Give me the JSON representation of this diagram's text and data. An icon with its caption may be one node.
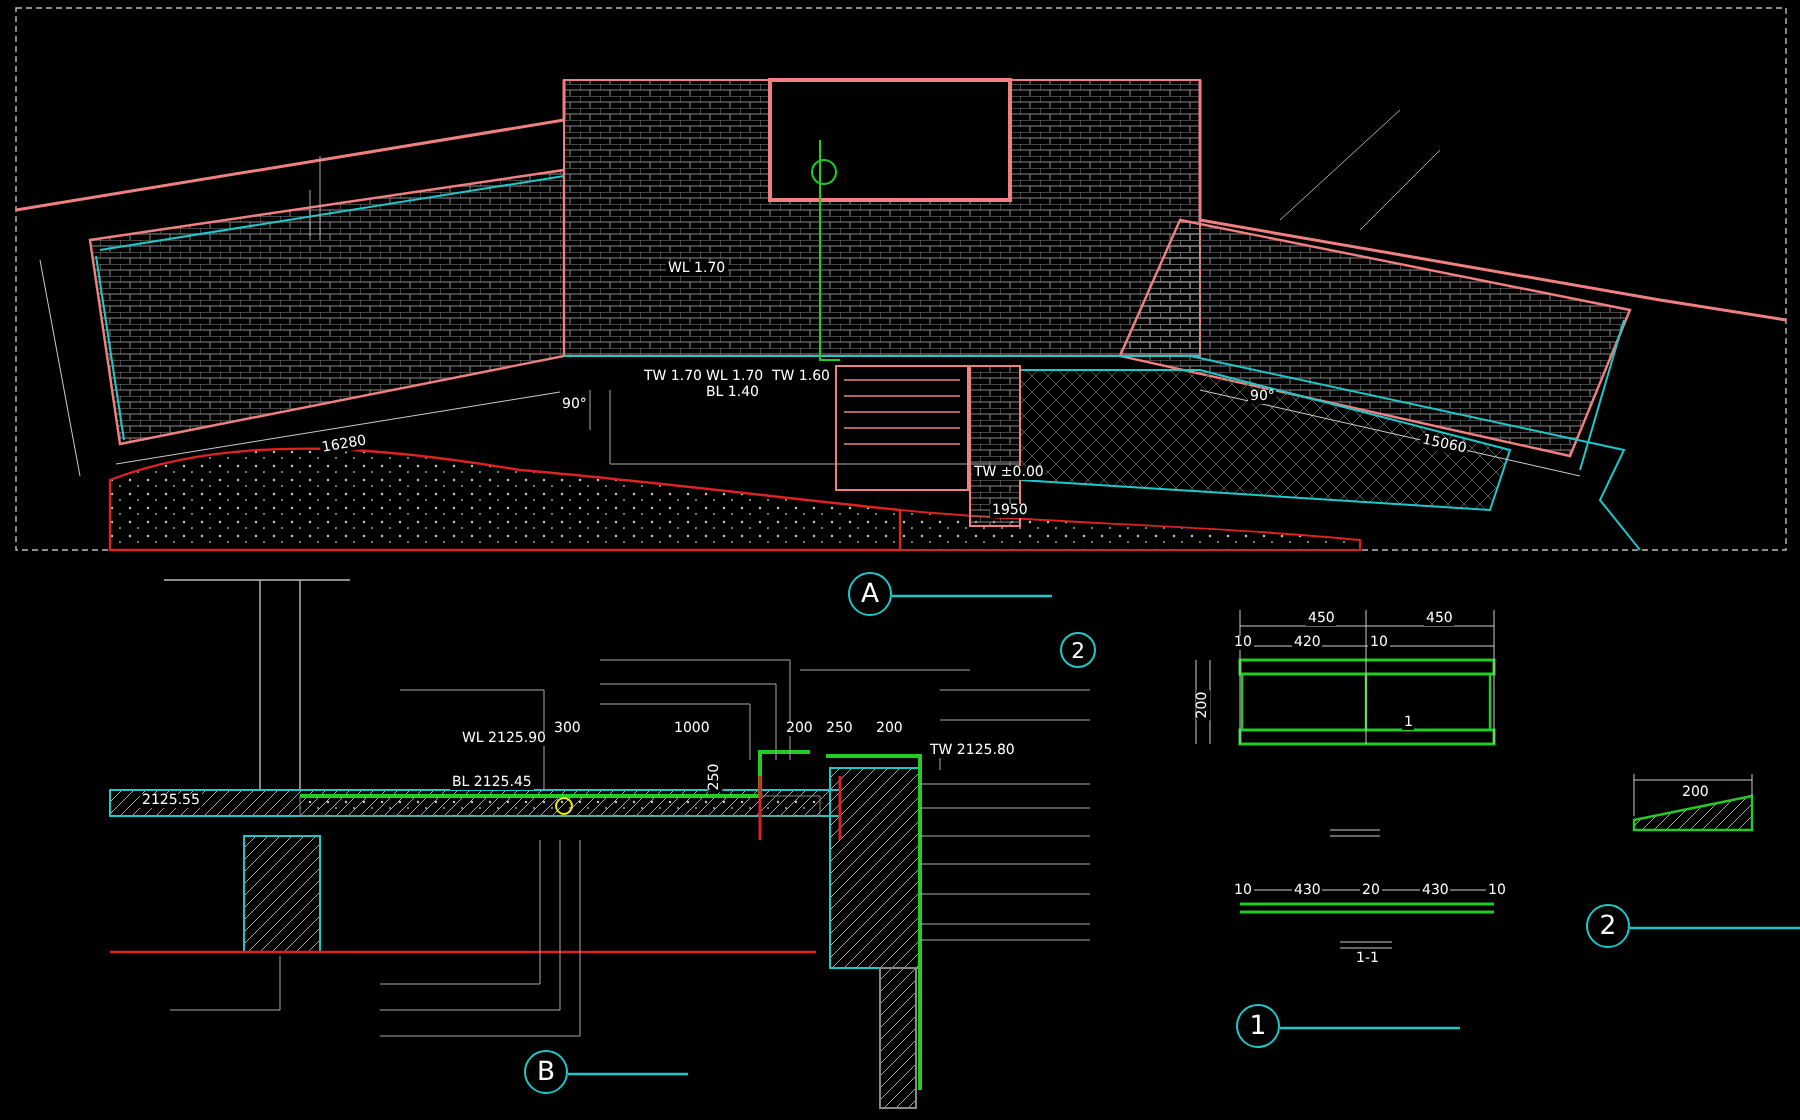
{
  "diagram": {
    "nodes": [
      {
        "text": [
          "A"
        ]
      },
      {
        "text": [
          "2"
        ]
      },
      {
        "text": [
          "B"
        ]
      },
      {
        "text": [
          "1"
        ]
      },
      {
        "text": [
          "2"
        ]
      }
    ],
    "edges": [],
    "labels": [
      "WL 1.70",
      "TW 1.70",
      "WL 1.70",
      "BL 1.40",
      "TW 1.60",
      "90°",
      "90°",
      "16280",
      "15060",
      "TW ±0.00",
      "1950",
      "2125.55",
      "WL 2125.90",
      "BL 2125.45",
      "300",
      "1000",
      "200",
      "250",
      "200",
      "250",
      "TW 2125.80",
      "450",
      "450",
      "10",
      "420",
      "10",
      "200",
      "1",
      "1-1",
      "10",
      "430",
      "20",
      "430",
      "10",
      "200"
    ]
  }
}
